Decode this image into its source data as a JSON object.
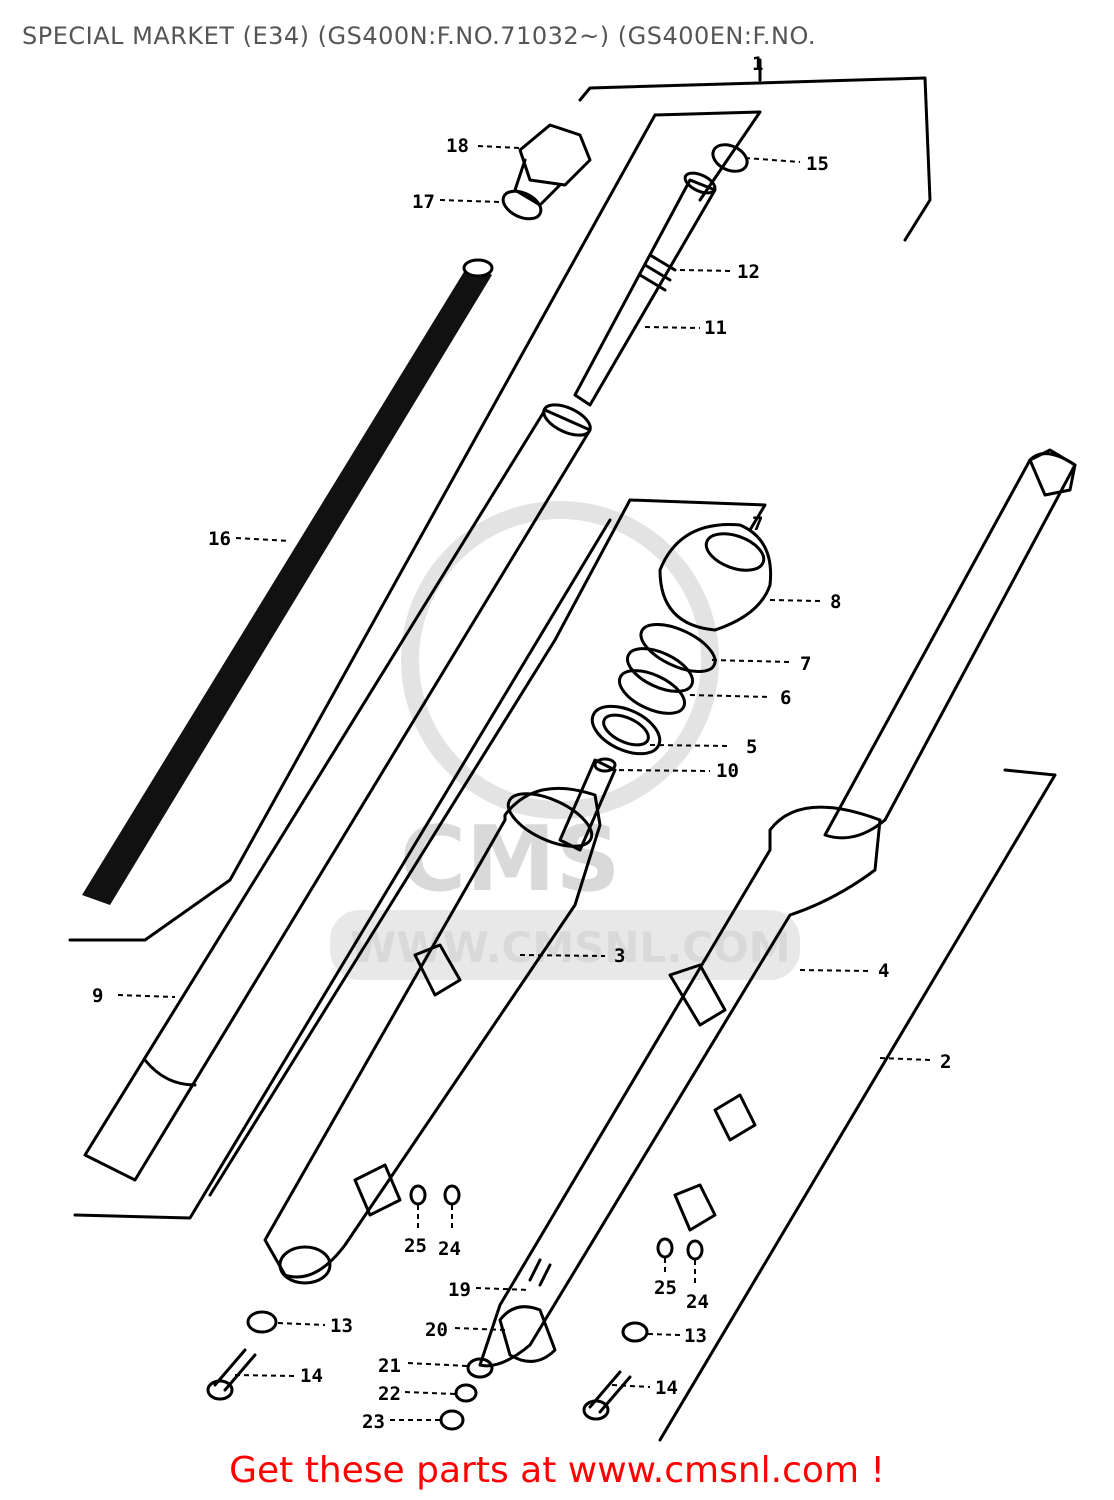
{
  "title": "SPECIAL MARKET (E34) (GS400N:F.NO.71032~) (GS400EN:F.NO.",
  "footer": "Get these parts at www.cmsnl.com !",
  "watermark": {
    "brand": "CMS",
    "url": "WWW.CMSNL.COM"
  },
  "colors": {
    "footer": "#ff0000",
    "title": "#555555",
    "lines": "#000000",
    "watermark": "#d9d9d9"
  },
  "callouts": [
    {
      "id": "1",
      "text": "1"
    },
    {
      "id": "2",
      "text": "2"
    },
    {
      "id": "3",
      "text": "3"
    },
    {
      "id": "4",
      "text": "4"
    },
    {
      "id": "5",
      "text": "5"
    },
    {
      "id": "6",
      "text": "6"
    },
    {
      "id": "7",
      "text": "7"
    },
    {
      "id": "7b",
      "text": "7"
    },
    {
      "id": "8",
      "text": "8"
    },
    {
      "id": "9",
      "text": "9"
    },
    {
      "id": "10",
      "text": "10"
    },
    {
      "id": "11",
      "text": "11"
    },
    {
      "id": "12",
      "text": "12"
    },
    {
      "id": "13a",
      "text": "13"
    },
    {
      "id": "13b",
      "text": "13"
    },
    {
      "id": "14a",
      "text": "14"
    },
    {
      "id": "14b",
      "text": "14"
    },
    {
      "id": "15",
      "text": "15"
    },
    {
      "id": "16",
      "text": "16"
    },
    {
      "id": "17",
      "text": "17"
    },
    {
      "id": "18",
      "text": "18"
    },
    {
      "id": "19",
      "text": "19"
    },
    {
      "id": "20",
      "text": "20"
    },
    {
      "id": "21",
      "text": "21"
    },
    {
      "id": "22",
      "text": "22"
    },
    {
      "id": "23",
      "text": "23"
    },
    {
      "id": "24a",
      "text": "24"
    },
    {
      "id": "24b",
      "text": "24"
    },
    {
      "id": "25a",
      "text": "25"
    },
    {
      "id": "25b",
      "text": "25"
    }
  ]
}
